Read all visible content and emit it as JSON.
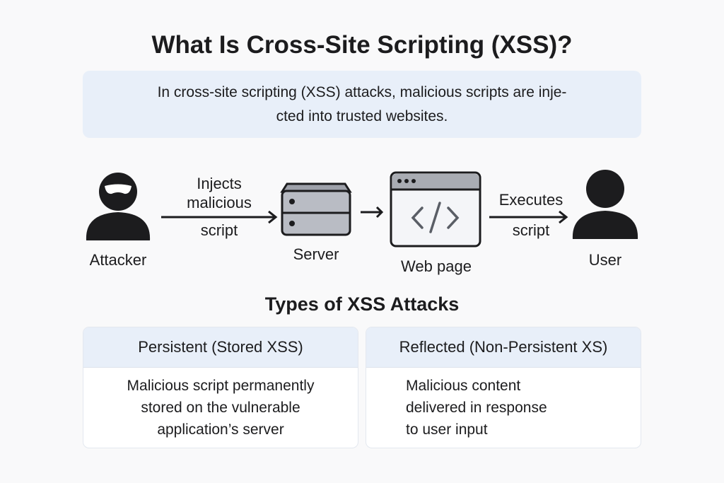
{
  "title": "What Is Cross-Site Scripting (XSS)?",
  "intro": {
    "line1": "In cross-site scripting (XSS) attacks, malicious scripts are inje-",
    "line2": "cted into trusted websites."
  },
  "flow": {
    "attacker": "Attacker",
    "inject_line1": "Injects",
    "inject_line2": "malicious",
    "inject_line3": "script",
    "server": "Server",
    "webpage": "Web page",
    "execute_line1": "Executes",
    "execute_line2": "script",
    "user": "User"
  },
  "types": {
    "heading": "Types of XSS Attacks",
    "cards": [
      {
        "title": "Persistent (Stored XSS)",
        "lines": [
          "Malicious script permanently",
          "stored on the vulnerable",
          "application’s server"
        ]
      },
      {
        "title": "Reflected (Non-Persistent XS)",
        "lines": [
          "Malicious content",
          "delivered in response",
          "to user input"
        ]
      }
    ]
  },
  "colors": {
    "panel": "#e8eff9",
    "ink": "#1c1c1e",
    "server": "#b9bcc4"
  }
}
